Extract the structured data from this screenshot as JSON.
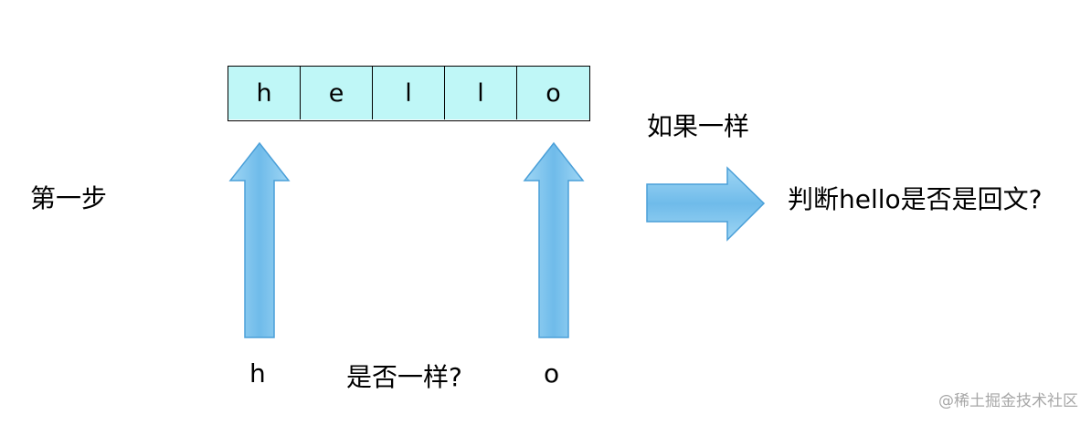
{
  "cells": [
    "h",
    "e",
    "l",
    "l",
    "o"
  ],
  "labels": {
    "step": "第一步",
    "left_char": "h",
    "right_char": "o",
    "question": "是否一样?",
    "if_same": "如果一样",
    "judge": "判断hello是否是回文?"
  },
  "watermark": "@稀土掘金技术社区",
  "colors": {
    "cell_fill": "#bff7f7",
    "arrow_fill": "#7fc4ec",
    "arrow_stroke": "#4a9fd8"
  }
}
